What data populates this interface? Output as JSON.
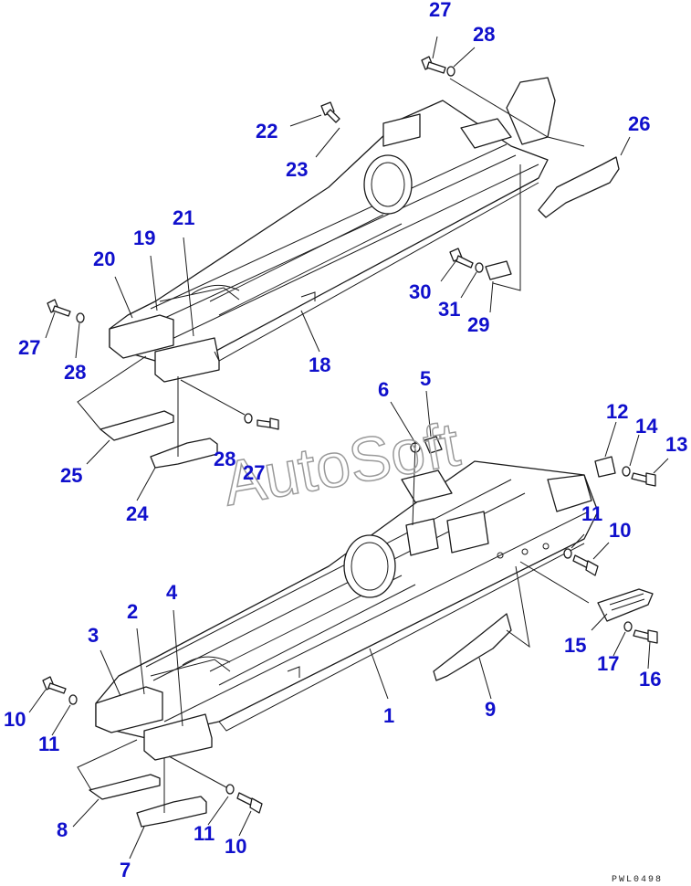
{
  "diagram": {
    "watermark": "AutoSoft",
    "drawing_code": "PWL0498",
    "callouts": {
      "c27_top": "27",
      "c28_top": "28",
      "c26": "26",
      "c22": "22",
      "c23": "23",
      "c21": "21",
      "c19": "19",
      "c20": "20",
      "c27_left": "27",
      "c28_left": "28",
      "c18": "18",
      "c30": "30",
      "c31": "31",
      "c29": "29",
      "c6": "6",
      "c5": "5",
      "c12": "12",
      "c14": "14",
      "c13": "13",
      "c25": "25",
      "c24": "24",
      "c28_mid": "28",
      "c27_mid": "27",
      "c11_right": "11",
      "c10_right": "10",
      "c2": "2",
      "c4": "4",
      "c3": "3",
      "c15": "15",
      "c17": "17",
      "c16": "16",
      "c10_left": "10",
      "c11_left": "11",
      "c1": "1",
      "c9": "9",
      "c8": "8",
      "c11_bottom": "11",
      "c10_bottom": "10",
      "c7": "7"
    }
  }
}
